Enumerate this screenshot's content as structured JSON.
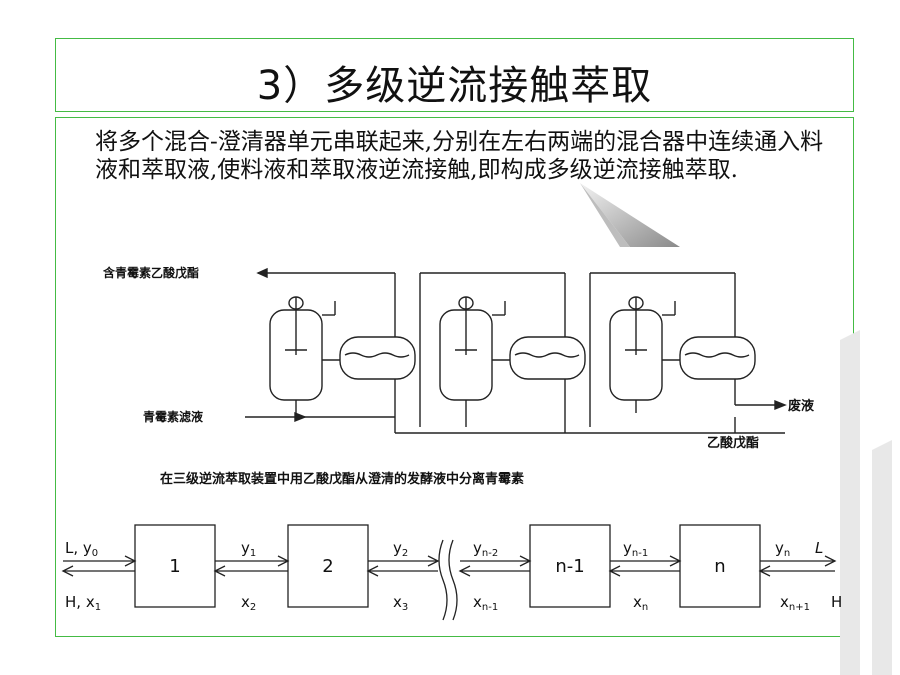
{
  "title": "3）多级逆流接触萃取",
  "paragraph": "将多个混合-澄清器单元串联起来,分别在左右两端的混合器中连续通入料液和萃取液,使料液和萃取液逆流接触,即构成多级逆流接触萃取.",
  "diagram": {
    "label_top_left": "含青霉素乙酸戊酯",
    "label_mid_left": "青霉素滤液",
    "label_waste": "废液",
    "label_solvent": "乙酸戊酯",
    "caption": "在三级逆流萃取装置中用乙酸戊酯从澄清的发酵液中分离青霉素"
  },
  "flow": {
    "left_top": "L, y",
    "left_top_sub": "0",
    "left_bottom": "H, x",
    "left_bottom_sub": "1",
    "stage1": "1",
    "stage2": "2",
    "stage_n1": "n-1",
    "stage_n": "n",
    "y1": "y",
    "y1_sub": "1",
    "x2": "x",
    "x2_sub": "2",
    "y2": "y",
    "y2_sub": "2",
    "x3": "x",
    "x3_sub": "3",
    "yn2": "y",
    "yn2_sub": "n-2",
    "xn1": "x",
    "xn1_sub": "n-1",
    "yn1": "y",
    "yn1_sub": "n-1",
    "xn": "x",
    "xn_sub": "n",
    "yn": "y",
    "yn_sub": "n",
    "right_L": "L",
    "xnp1": "x",
    "xnp1_sub": "n+1",
    "right_H": "H"
  }
}
